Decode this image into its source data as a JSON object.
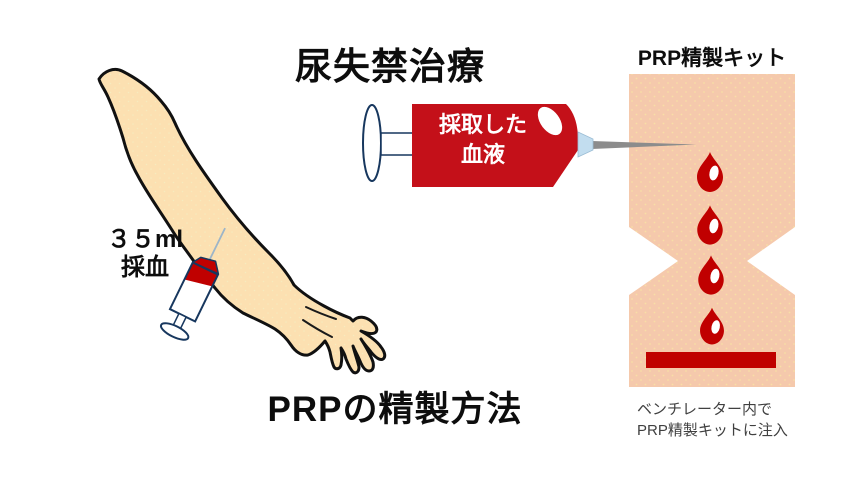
{
  "title": "尿失禁治療",
  "subtitle": "PRPの精製方法",
  "blood_collection_label": {
    "line1": "３５ml",
    "line2": "採血"
  },
  "syringe_blood_label": {
    "line1": "採取した",
    "line2": "血液"
  },
  "prp_kit": {
    "label": "PRP精製キット",
    "caption_line1": "ベンチレーター内で",
    "caption_line2": "PRP精製キットに注入",
    "blood_drop_count": 4
  },
  "icons": {
    "arm": "arm-with-hand-illustration",
    "small_syringe": "blood-draw-syringe-icon",
    "large_syringe": "blood-filled-syringe-icon",
    "kit": "prp-kit-hourglass-shape",
    "drop": "blood-drop-icon",
    "pool": "blood-pool-bar"
  },
  "colors": {
    "blood_red": "#C00000",
    "syringe_red": "#C41019",
    "kit_pink": "#F5C9AC",
    "skin": "#FCE0B1",
    "outline_navy": "#17375E",
    "needle_gray": "#8C8C8C",
    "hub_blue": "#C2DDEF",
    "caption_gray": "#404040",
    "text_black": "#0D0D0D"
  }
}
